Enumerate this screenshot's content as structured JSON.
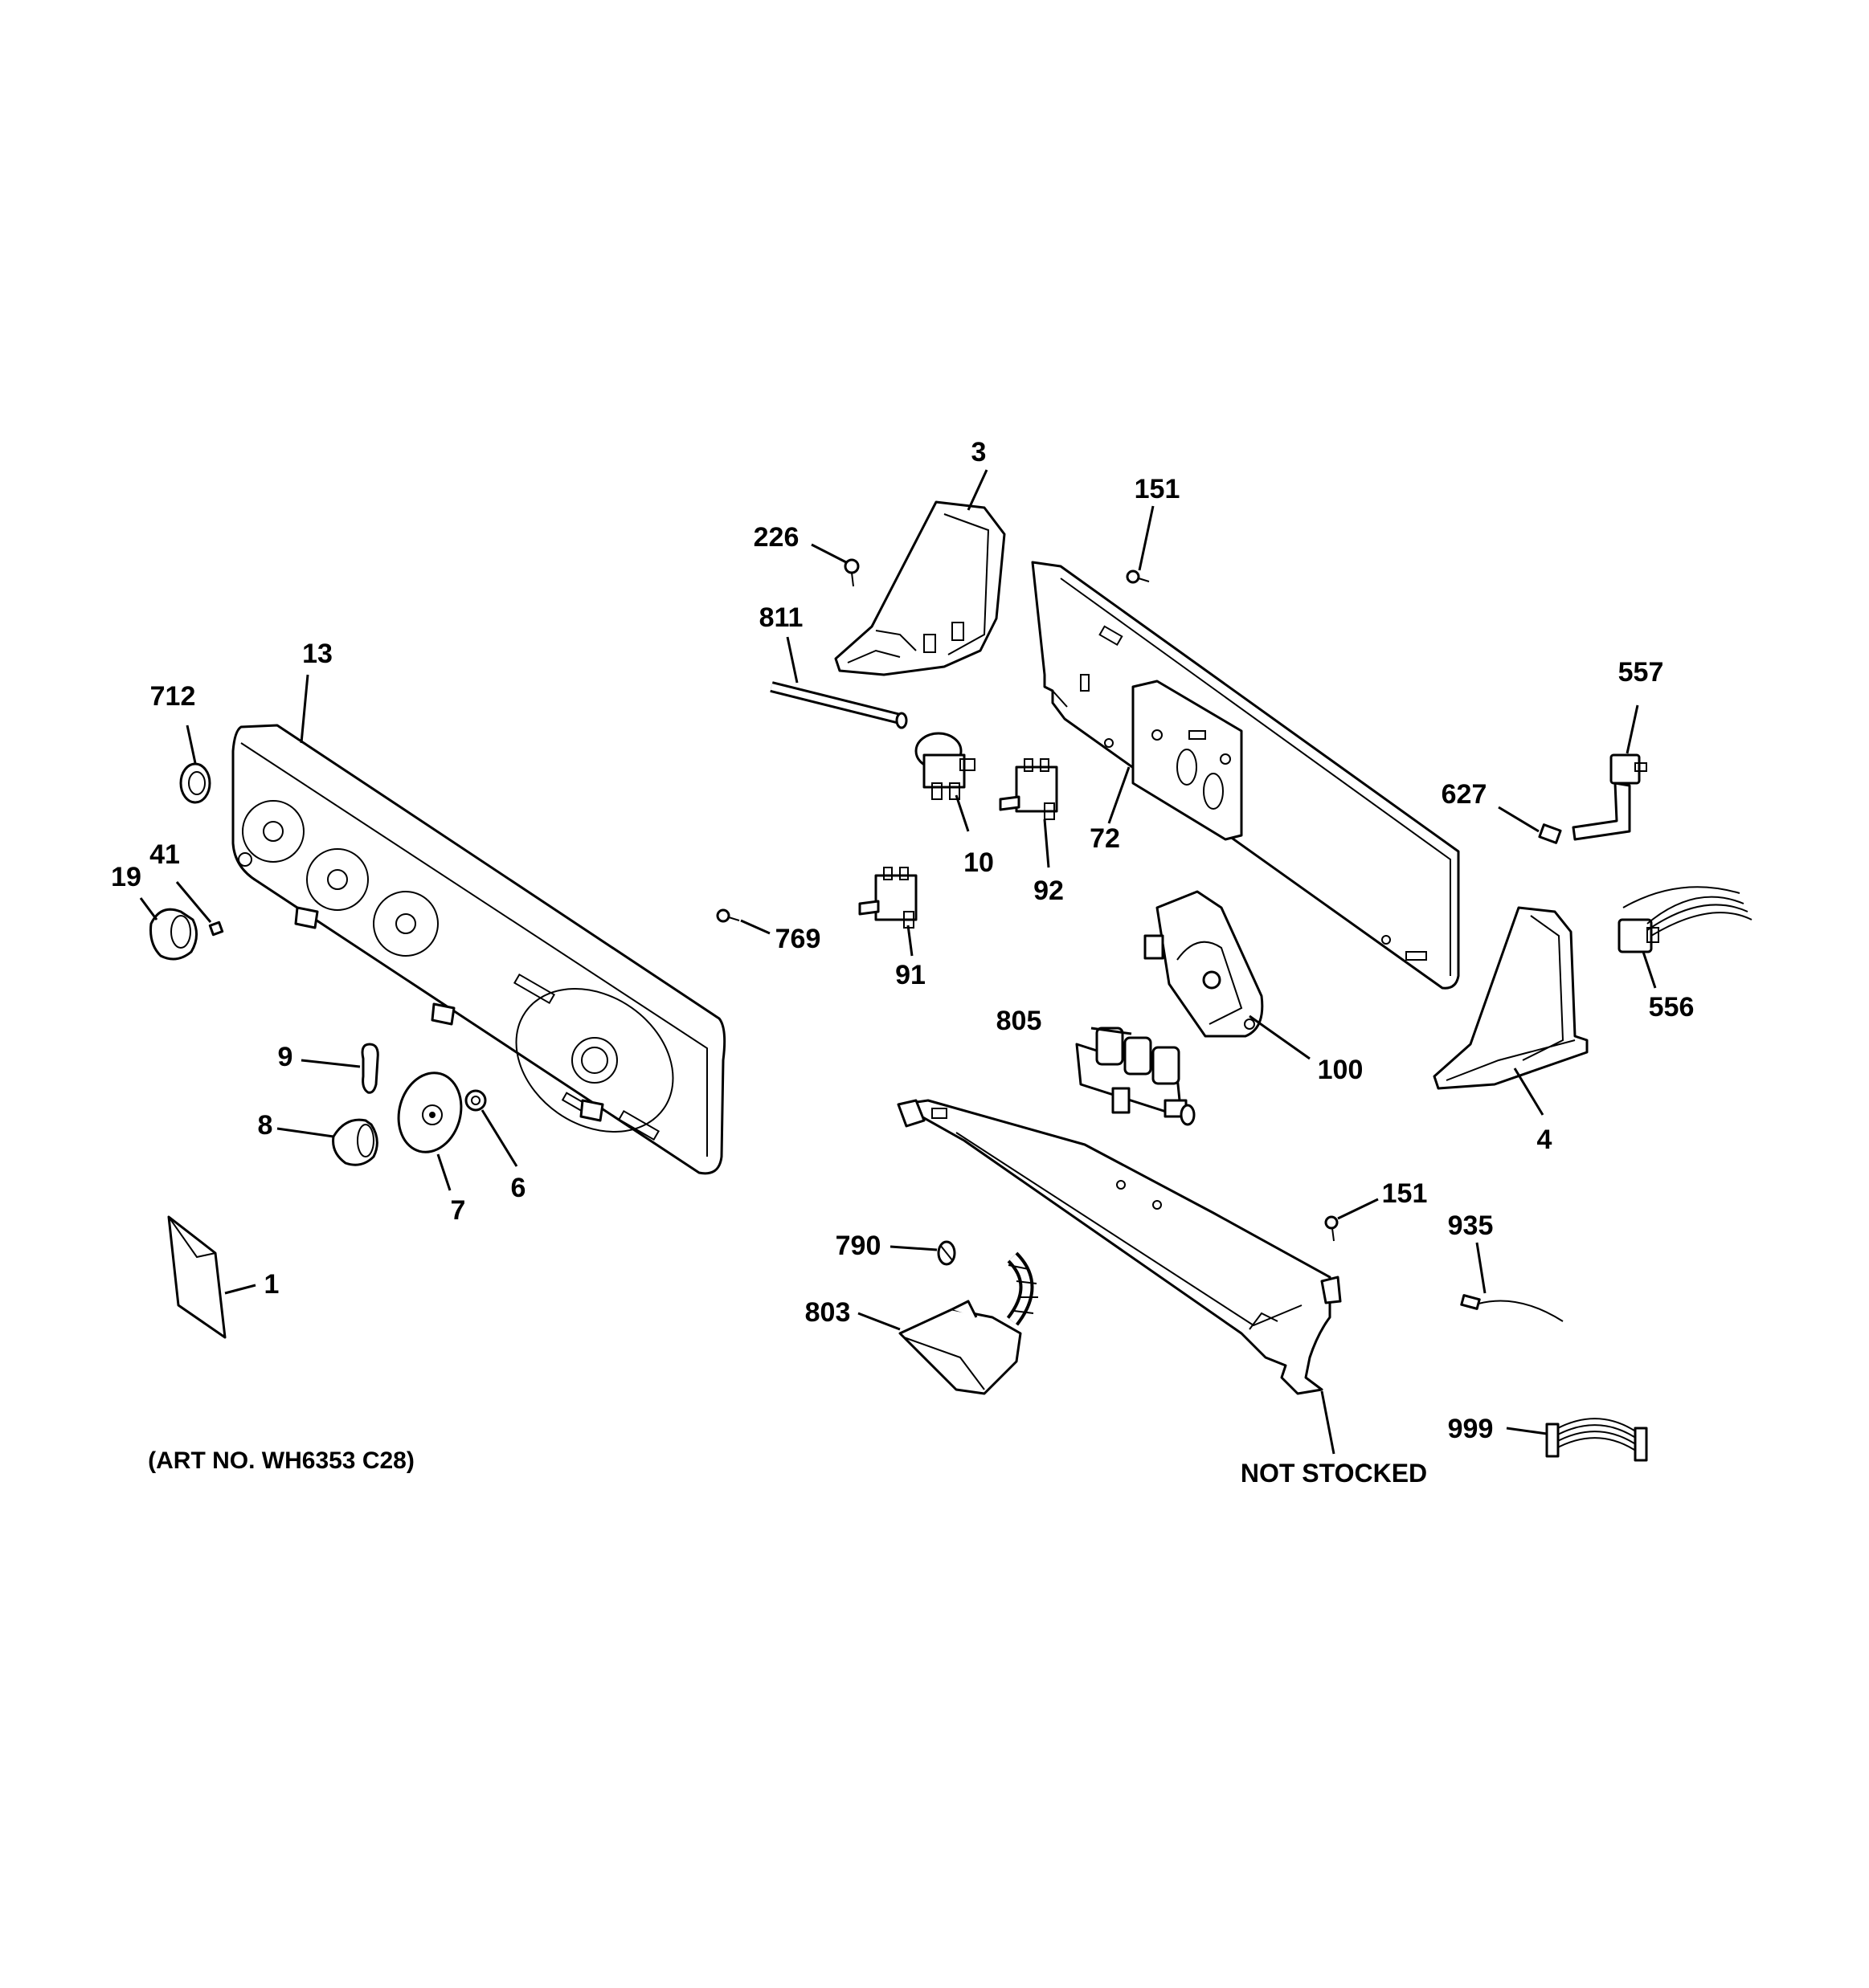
{
  "diagram": {
    "art_number": "(ART NO. WH6353 C28)",
    "not_stocked_label": "NOT STOCKED",
    "callouts": {
      "c1": "1",
      "c3": "3",
      "c4": "4",
      "c6": "6",
      "c7": "7",
      "c8": "8",
      "c9": "9",
      "c10": "10",
      "c13": "13",
      "c19": "19",
      "c41": "41",
      "c72": "72",
      "c91": "91",
      "c92": "92",
      "c100": "100",
      "c151a": "151",
      "c151b": "151",
      "c226": "226",
      "c556": "556",
      "c557": "557",
      "c627": "627",
      "c712": "712",
      "c769": "769",
      "c790": "790",
      "c803": "803",
      "c805": "805",
      "c811": "811",
      "c935": "935",
      "c999": "999"
    }
  }
}
